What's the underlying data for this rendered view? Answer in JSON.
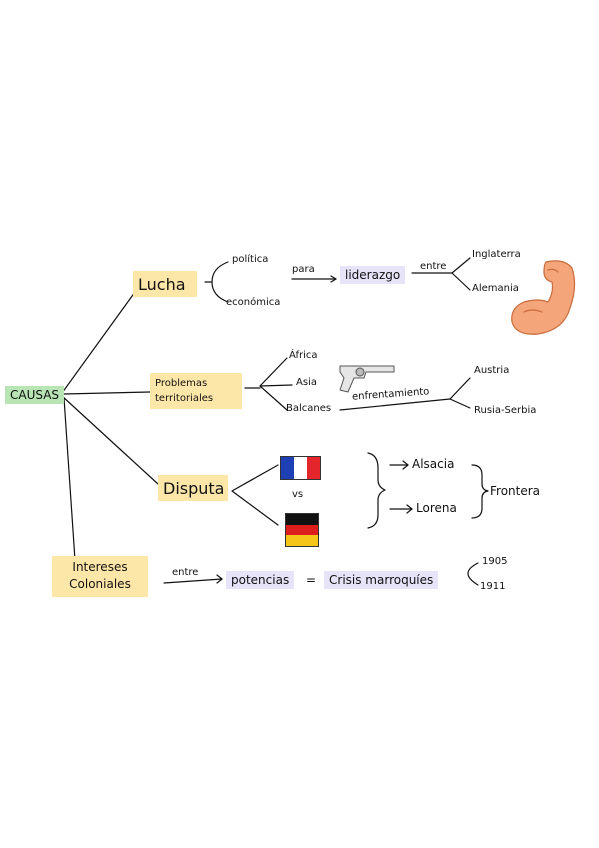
{
  "root": {
    "label": "CAUSAS"
  },
  "lucha": {
    "label": "Lucha",
    "branch_top": "política",
    "branch_bottom": "económica",
    "connector": "para",
    "target": "liderazgo",
    "between": "entre",
    "countries": [
      "Inglaterra",
      "Alemania"
    ]
  },
  "problemas": {
    "label_line1": "Problemas",
    "label_line2": "territoriales",
    "regions": [
      "África",
      "Asia",
      "Balcanes"
    ],
    "conflict": "enfrentamiento",
    "sides": [
      "Austria",
      "Rusia-Serbia"
    ]
  },
  "disputa": {
    "label": "Disputa",
    "versus": "vs",
    "regions": [
      "Alsacia",
      "Lorena"
    ],
    "result": "Frontera"
  },
  "intereses": {
    "label_line1": "Intereses",
    "label_line2": "Coloniales",
    "connector": "entre",
    "target": "potencias",
    "equals": "=",
    "crisis": "Crisis marroquíes",
    "years": [
      "1905",
      "1911"
    ]
  },
  "colors": {
    "green_highlight": "#b9e5b4",
    "yellow_highlight": "#fde7a8",
    "purple_highlight": "#e7e3f8",
    "france": [
      "#1f3fb4",
      "#ffffff",
      "#e3262b"
    ],
    "germany": [
      "#111111",
      "#dd1c1c",
      "#f5c518"
    ]
  },
  "icons": [
    "flexed-arm-icon",
    "revolver-icon",
    "france-flag-icon",
    "germany-flag-icon"
  ]
}
